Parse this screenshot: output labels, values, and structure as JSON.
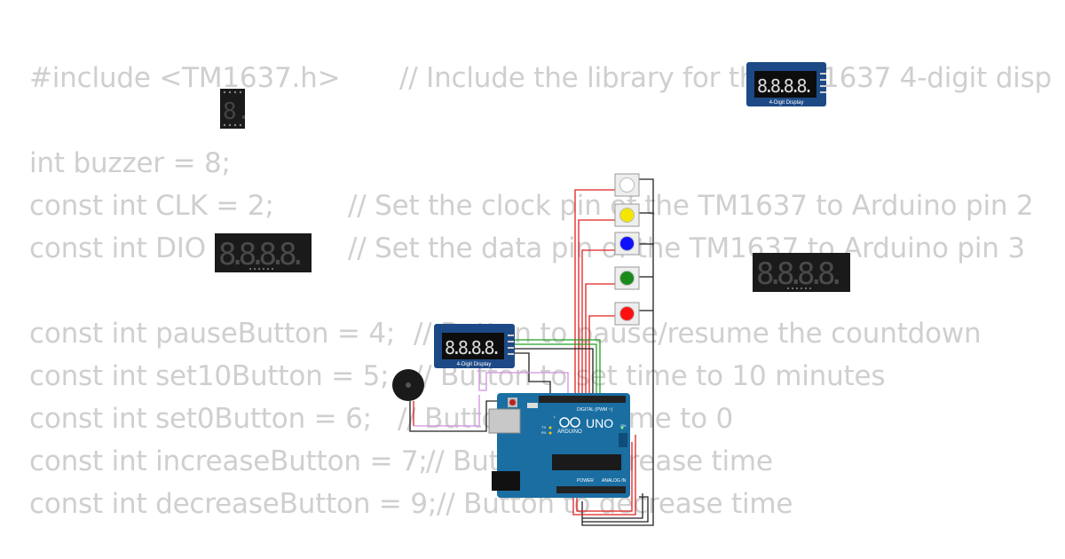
{
  "code_lines": [
    {
      "code": "#include <TM1637.h>",
      "comment": "// Include the library for the TM1637 4-digit disp"
    },
    {
      "code": "",
      "comment": ""
    },
    {
      "code": "int buzzer = 8;",
      "comment": ""
    },
    {
      "code": "const int CLK = 2;",
      "comment": "// Set the clock pin of the TM1637 to Arduino pin 2"
    },
    {
      "code": "const int DIO = 3;",
      "comment": "// Set the data pin of the TM1637 to Arduino pin 3"
    },
    {
      "code": "",
      "comment": ""
    },
    {
      "code": "const int pauseButton = 4;",
      "comment": "// Button to pause/resume the countdown"
    },
    {
      "code": "const int set10Button = 5;",
      "comment": "// Button to set time to 10 minutes"
    },
    {
      "code": "const int set0Button = 6;",
      "comment": "// Button to set time to 0"
    },
    {
      "code": "const int increaseButton = 7;",
      "comment": "// Button to increase time"
    },
    {
      "code": "const int decreaseButton = 9;",
      "comment": "// Button to decrease time"
    }
  ],
  "components": {
    "tm1637_module_label": "4-Digit Display",
    "arduino_brand": "UNO",
    "arduino_sub": "ARDUINO",
    "arduino_digital_label": "DIGITAL (PWM ~)",
    "arduino_power_label": "POWER",
    "arduino_analog_label": "ANALOG IN",
    "arduino_on_label": "ON",
    "arduino_tx_label": "TX",
    "arduino_rx_label": "RX",
    "arduino_l_label": "L",
    "segment_text": "8.8.8.8.",
    "single_digit_text": "8.",
    "button_colors": [
      "#ffffff",
      "#f5e600",
      "#1010ff",
      "#1a8a1a",
      "#ff1010"
    ],
    "wire_colors": {
      "red": "#e02020",
      "green": "#20a020",
      "black": "#202020",
      "purple": "#d090e0",
      "white": "#d8d8d8"
    }
  }
}
